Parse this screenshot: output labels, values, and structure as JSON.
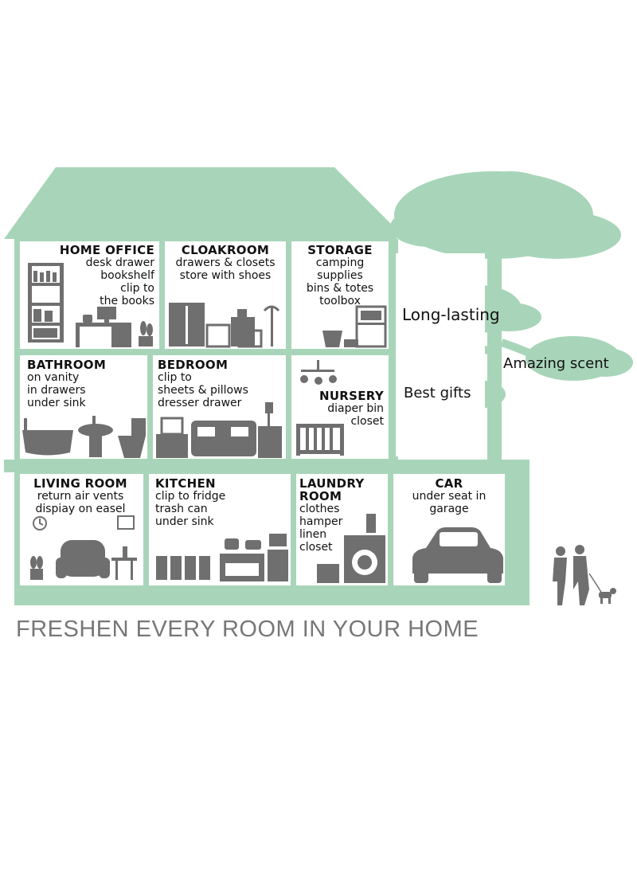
{
  "colors": {
    "house": "#a8d5b9",
    "room": "#ffffff",
    "icon": "#6f6f6f",
    "text": "#111111",
    "footer": "#777777"
  },
  "rooms": {
    "home_office": {
      "title": "HOME OFFICE",
      "lines": [
        "desk drawer",
        "bookshelf",
        "clip to",
        "the books"
      ]
    },
    "cloakroom": {
      "title": "CLOAKROOM",
      "lines": [
        "drawers & closets",
        "store with shoes"
      ]
    },
    "storage": {
      "title": "STORAGE",
      "lines": [
        "camping",
        "supplies",
        "bins & totes",
        "toolbox"
      ]
    },
    "bathroom": {
      "title": "BATHROOM",
      "lines": [
        "on vanity",
        "in drawers",
        "under sink"
      ]
    },
    "bedroom": {
      "title": "BEDROOM",
      "lines": [
        "clip to",
        "sheets & pillows",
        "dresser drawer"
      ]
    },
    "nursery": {
      "title": "NURSERY",
      "lines": [
        "diaper bin",
        "closet"
      ]
    },
    "living_room": {
      "title": "LIVING ROOM",
      "lines": [
        "return air vents",
        "dispiay on easel"
      ]
    },
    "kitchen": {
      "title": "KITCHEN",
      "lines": [
        "clip to fridge",
        "trash can",
        "under sink"
      ]
    },
    "laundry_room": {
      "title_lines": [
        "LAUNDRY",
        "ROOM"
      ],
      "lines": [
        "clothes",
        "hamper",
        "linen",
        "closet"
      ]
    },
    "car": {
      "title": "CAR",
      "lines": [
        "under seat in",
        "garage"
      ]
    }
  },
  "tags": {
    "long_lasting": "Long-lasting",
    "amazing_scent": "Amazing scent",
    "best_gifts": "Best gifts"
  },
  "footer": "FRESHEN EVERY ROOM IN YOUR HOME"
}
